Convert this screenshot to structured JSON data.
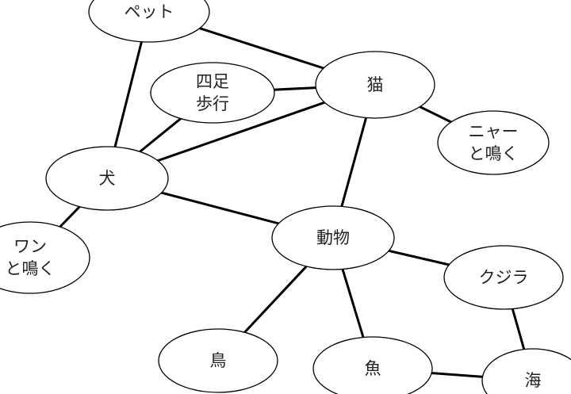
{
  "nodes": [
    {
      "id": "pet",
      "lines": [
        "ペット"
      ]
    },
    {
      "id": "cat",
      "lines": [
        "猫"
      ]
    },
    {
      "id": "quadruped",
      "lines": [
        "四足",
        "歩行"
      ]
    },
    {
      "id": "meow",
      "lines": [
        "ニャー",
        "と鳴く"
      ]
    },
    {
      "id": "dog",
      "lines": [
        "犬"
      ]
    },
    {
      "id": "woof",
      "lines": [
        "ワン",
        "と鳴く"
      ]
    },
    {
      "id": "animal",
      "lines": [
        "動物"
      ]
    },
    {
      "id": "whale",
      "lines": [
        "クジラ"
      ]
    },
    {
      "id": "bird",
      "lines": [
        "鳥"
      ]
    },
    {
      "id": "fish",
      "lines": [
        "魚"
      ]
    },
    {
      "id": "sea",
      "lines": [
        "海"
      ]
    }
  ],
  "edges": [
    [
      "pet",
      "cat"
    ],
    [
      "pet",
      "dog"
    ],
    [
      "quadruped",
      "cat"
    ],
    [
      "quadruped",
      "dog"
    ],
    [
      "cat",
      "dog"
    ],
    [
      "cat",
      "meow"
    ],
    [
      "cat",
      "animal"
    ],
    [
      "dog",
      "woof"
    ],
    [
      "dog",
      "animal"
    ],
    [
      "animal",
      "whale"
    ],
    [
      "animal",
      "bird"
    ],
    [
      "animal",
      "fish"
    ],
    [
      "whale",
      "sea"
    ],
    [
      "fish",
      "sea"
    ]
  ]
}
